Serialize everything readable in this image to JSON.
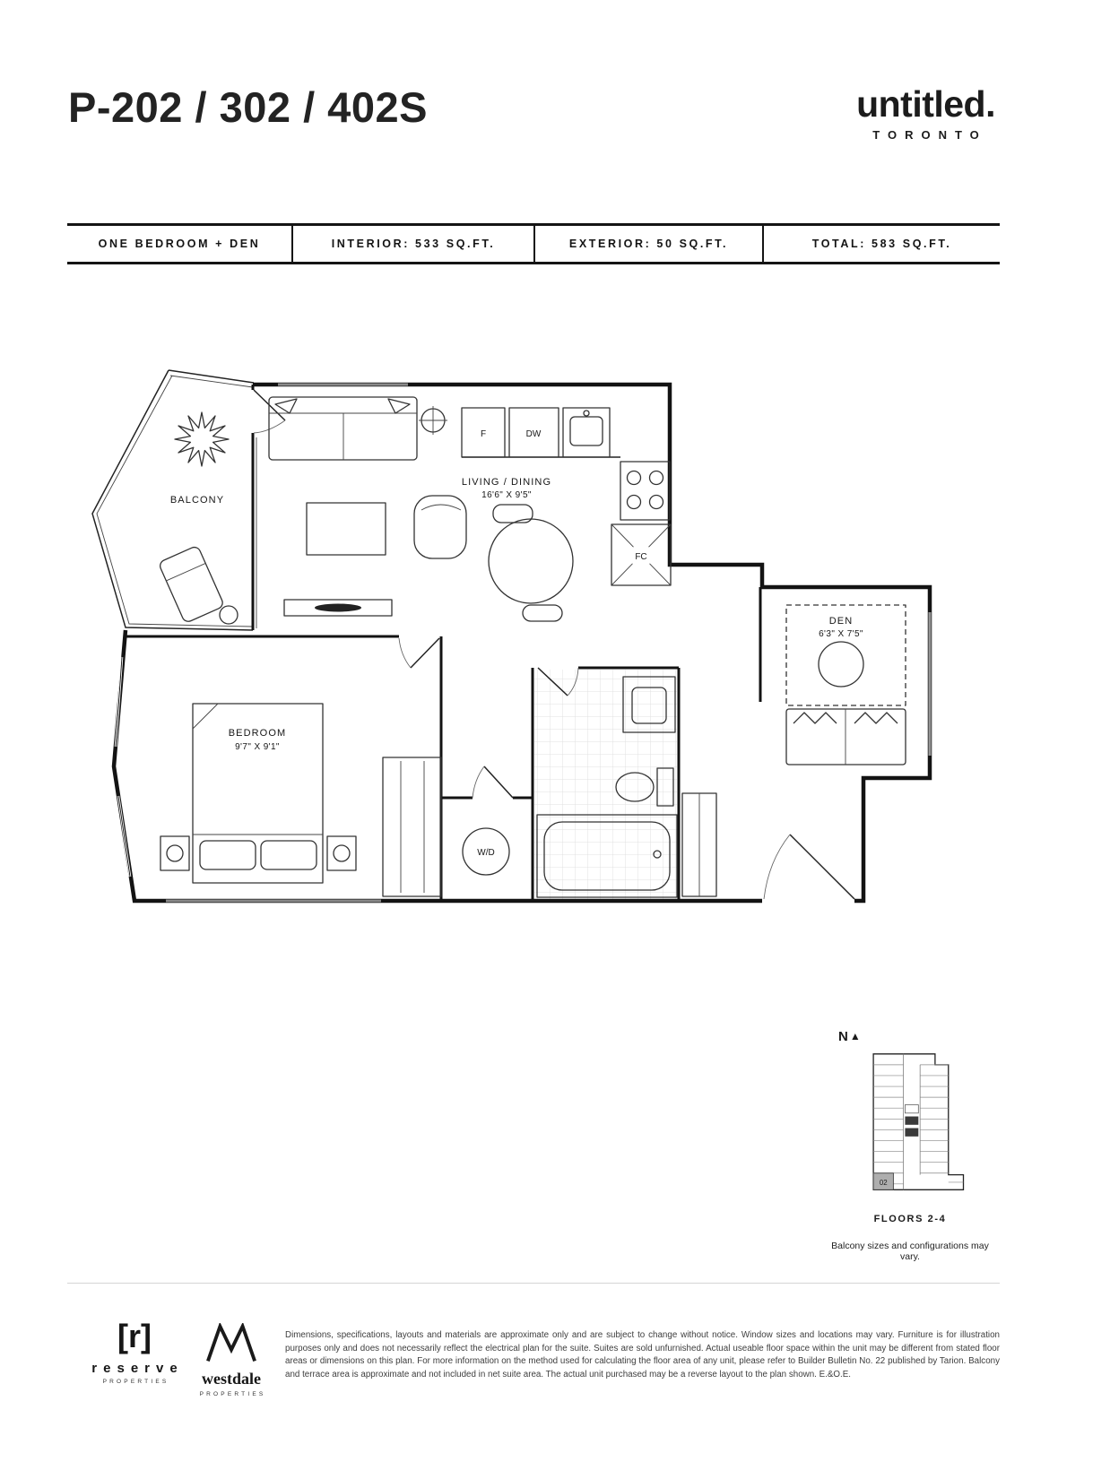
{
  "header": {
    "unit_title": "P-202 / 302 / 402S",
    "brand_name": "untitled.",
    "brand_city": "TORONTO"
  },
  "specs": {
    "bedroom_type": "ONE BEDROOM + DEN",
    "interior": "INTERIOR: 533 SQ.FT.",
    "exterior": "EXTERIOR: 50 SQ.FT.",
    "total": "TOTAL: 583 SQ.FT."
  },
  "floorplan": {
    "balcony_label": "BALCONY",
    "living_label": "LIVING / DINING",
    "living_dims": "16'6\" X 9'5\"",
    "den_label": "DEN",
    "den_dims": "6'3\" X 7'5\"",
    "bedroom_label": "BEDROOM",
    "bedroom_dims": "9'7\" X 9'1\"",
    "fridge": "F",
    "dishwasher": "DW",
    "fan_coil": "FC",
    "washer_dryer": "W/D"
  },
  "keyplan": {
    "north": "N",
    "north_icon": "▲",
    "unit": "02",
    "floors": "FLOORS 2-4",
    "note": "Balcony sizes and configurations may vary."
  },
  "footer": {
    "reserve_mark": "[r]",
    "reserve_name": "reserve",
    "reserve_sub": "PROPERTIES",
    "westdale_name": "westdale",
    "westdale_sub": "PROPERTIES",
    "disclaimer": "Dimensions, specifications, layouts and materials are approximate only and are subject to change without notice. Window sizes and locations may vary. Furniture is for illustration purposes only and does not necessarily reflect the electrical plan for the suite. Suites are sold unfurnished. Actual useable floor space within the unit may be different from stated floor areas or dimensions on this plan. For more information on the method used for calculating the floor area of any unit, please refer to Builder Bulletin No. 22 published by Tarion. Balcony and terrace area is approximate and not included in net suite area. The actual unit purchased may be a reverse layout to the plan shown. E.&O.E."
  }
}
